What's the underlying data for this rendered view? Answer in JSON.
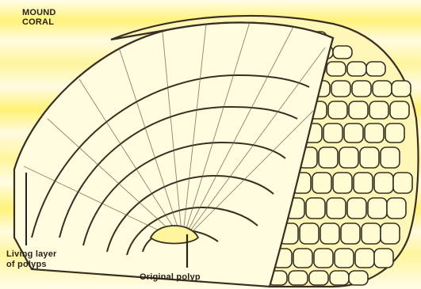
{
  "diagram": {
    "title": "MOUND\nCORAL",
    "labels": {
      "living_layer": "Living layer\nof polyps",
      "original_polyp": "Original polyp"
    },
    "colors": {
      "background": "#fffbe6",
      "stripe": "#fff176",
      "stripe_light": "#fff9c4",
      "outline": "#3a2e20",
      "cell_fill": "#fff7b8"
    }
  }
}
